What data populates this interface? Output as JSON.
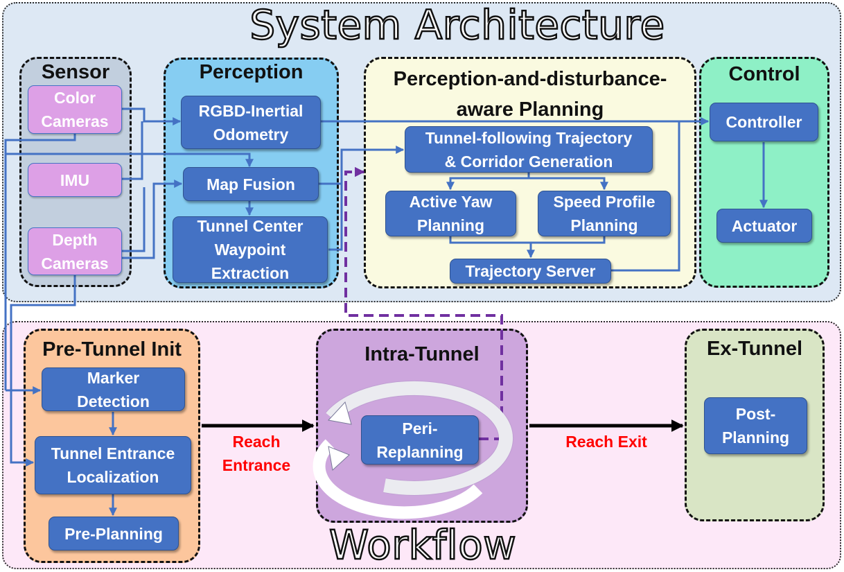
{
  "system_title": "System Architecture",
  "workflow_title": "Workflow",
  "groups": {
    "sensor": "Sensor",
    "perception": "Perception",
    "planning": "Perception-and-disturbance-aware Planning",
    "control": "Control",
    "pre_tunnel": "Pre-Tunnel Init",
    "intra_tunnel": "Intra-Tunnel",
    "ex_tunnel": "Ex-Tunnel"
  },
  "sensor_boxes": {
    "color_cameras": "Color\nCameras",
    "imu": "IMU",
    "depth_cameras": "Depth\nCameras"
  },
  "perception_boxes": {
    "odometry": "RGBD-Inertial\nOdometry",
    "map_fusion": "Map Fusion",
    "waypoint": "Tunnel Center\nWaypoint\nExtraction"
  },
  "planning_boxes": {
    "trajectory_gen": "Tunnel-following Trajectory\n& Corridor Generation",
    "yaw": "Active Yaw\nPlanning",
    "speed": "Speed Profile\nPlanning",
    "server": "Trajectory Server"
  },
  "control_boxes": {
    "controller": "Controller",
    "actuator": "Actuator"
  },
  "workflow_boxes": {
    "marker": "Marker\nDetection",
    "entrance_loc": "Tunnel Entrance\nLocalization",
    "pre_planning": "Pre-Planning",
    "replanning": "Peri-\nReplanning",
    "post_planning": "Post-\nPlanning"
  },
  "labels": {
    "reach_entrance": "Reach\nEntrance",
    "reach_exit": "Reach Exit"
  },
  "colors": {
    "system_bg": "#dde8f4",
    "workflow_bg": "#fde8f8",
    "sensor_bg": "#c2cfde",
    "perception_bg": "#86cdf2",
    "planning_bg": "#fafae0",
    "control_bg": "#8ef0c6",
    "pre_tunnel_bg": "#fcc69d",
    "intra_tunnel_bg": "#cda6dd",
    "ex_tunnel_bg": "#d9e5c5",
    "box_blue": "#4472c4",
    "box_pink": "#dda0e6",
    "label_red": "#ff0000",
    "dashed_purple": "#7030a0"
  }
}
